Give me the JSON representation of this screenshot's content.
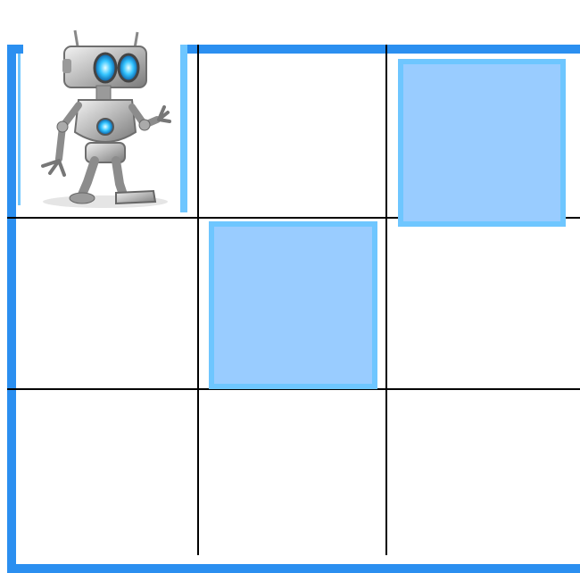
{
  "game": {
    "type": "grid-world",
    "rows": 3,
    "cols": 3,
    "agent": {
      "name": "robot",
      "row": 0,
      "col": 0
    },
    "highlighted_cells": [
      {
        "row": 0,
        "col": 2
      },
      {
        "row": 1,
        "col": 1
      }
    ],
    "colors": {
      "board_border": "#2b8ff0",
      "highlight_fill": "#99ccff",
      "highlight_border": "#6ec6ff",
      "grid_line": "#000000",
      "background": "#ffffff"
    }
  }
}
